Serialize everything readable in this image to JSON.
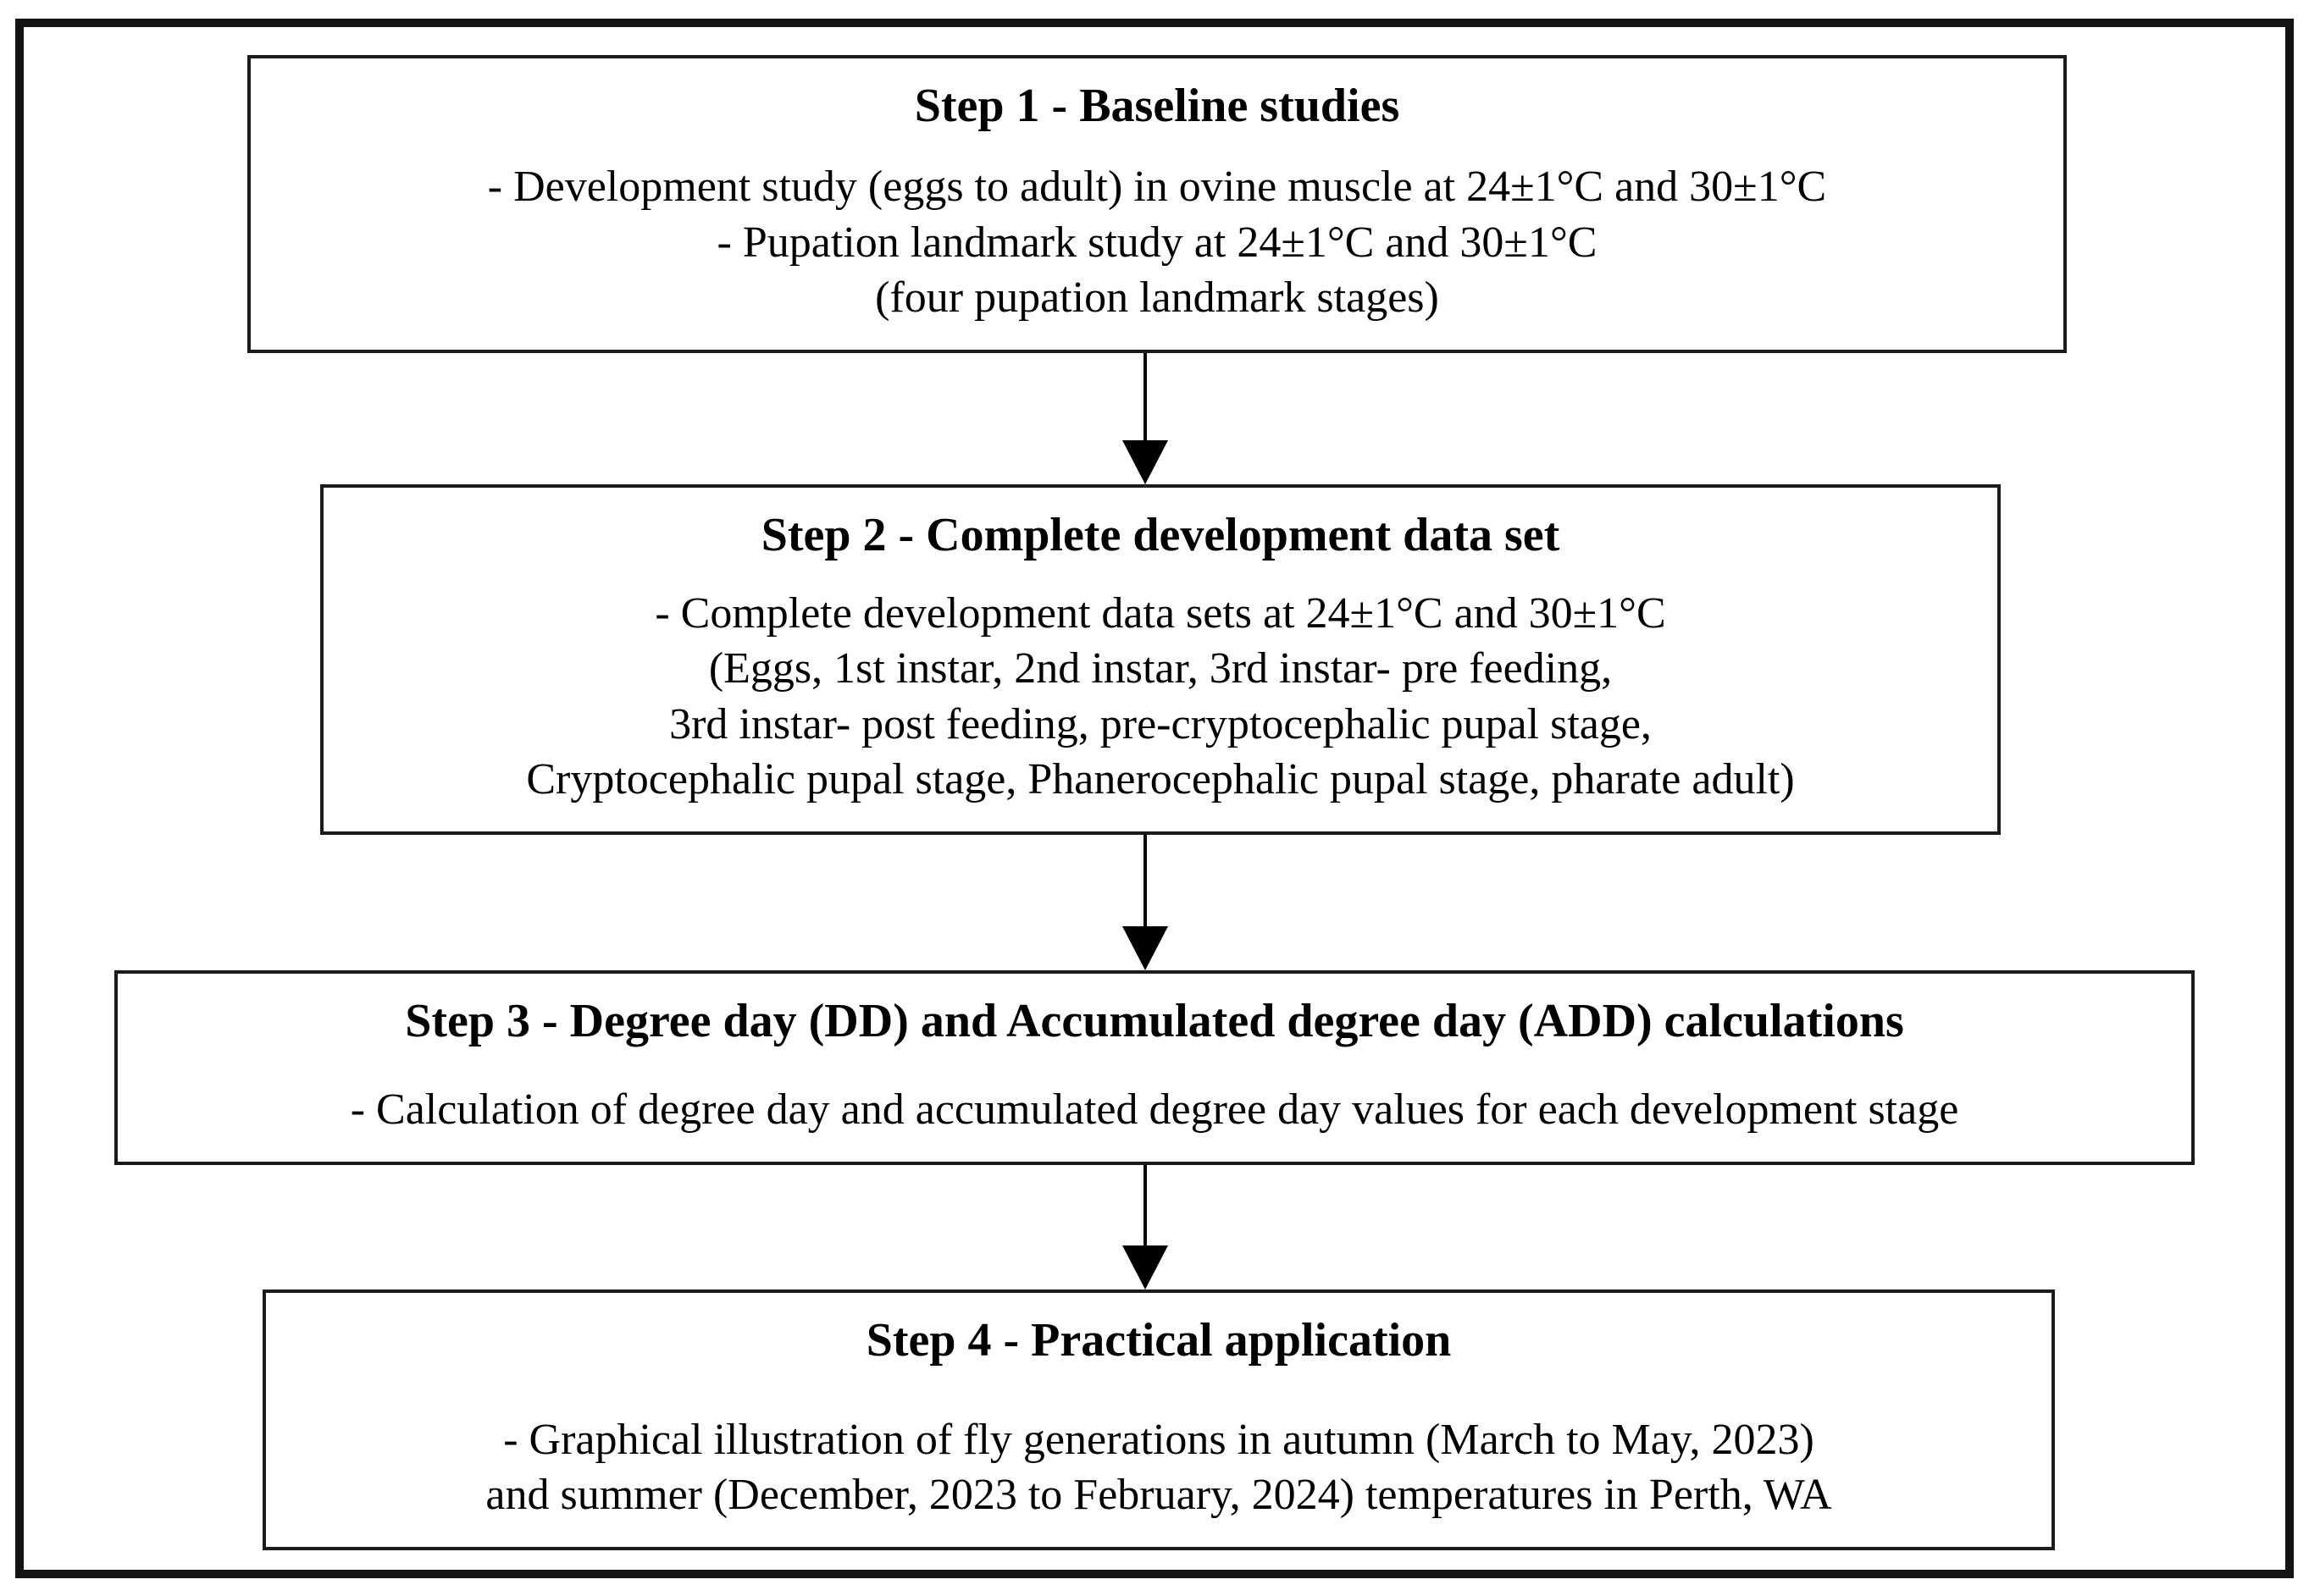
{
  "diagram": {
    "type": "flowchart",
    "colors": {
      "background": "#ffffff",
      "border": "#000000",
      "text": "#000000"
    },
    "steps": [
      {
        "title": "Step 1 - Baseline studies",
        "lines": [
          "- Development study (eggs to adult) in ovine muscle at 24±1°C and 30±1°C",
          "- Pupation landmark study at 24±1°C and 30±1°C",
          "(four pupation landmark stages)"
        ]
      },
      {
        "title": "Step 2 - Complete development data set",
        "lines": [
          "- Complete development data sets at 24±1°C and 30±1°C",
          "(Eggs, 1st instar, 2nd instar, 3rd instar- pre feeding,",
          "3rd instar- post feeding, pre-cryptocephalic pupal stage,",
          "Cryptocephalic pupal stage, Phanerocephalic pupal stage, pharate adult)"
        ]
      },
      {
        "title": "Step 3 - Degree day (DD) and Accumulated degree day (ADD) calculations",
        "lines": [
          "- Calculation of degree day and accumulated degree day values for each development stage"
        ]
      },
      {
        "title": "Step 4 - Practical application",
        "lines": [
          "- Graphical illustration of fly generations in autumn (March to May, 2023)",
          "and summer (December, 2023 to February, 2024) temperatures in Perth, WA"
        ]
      }
    ]
  }
}
